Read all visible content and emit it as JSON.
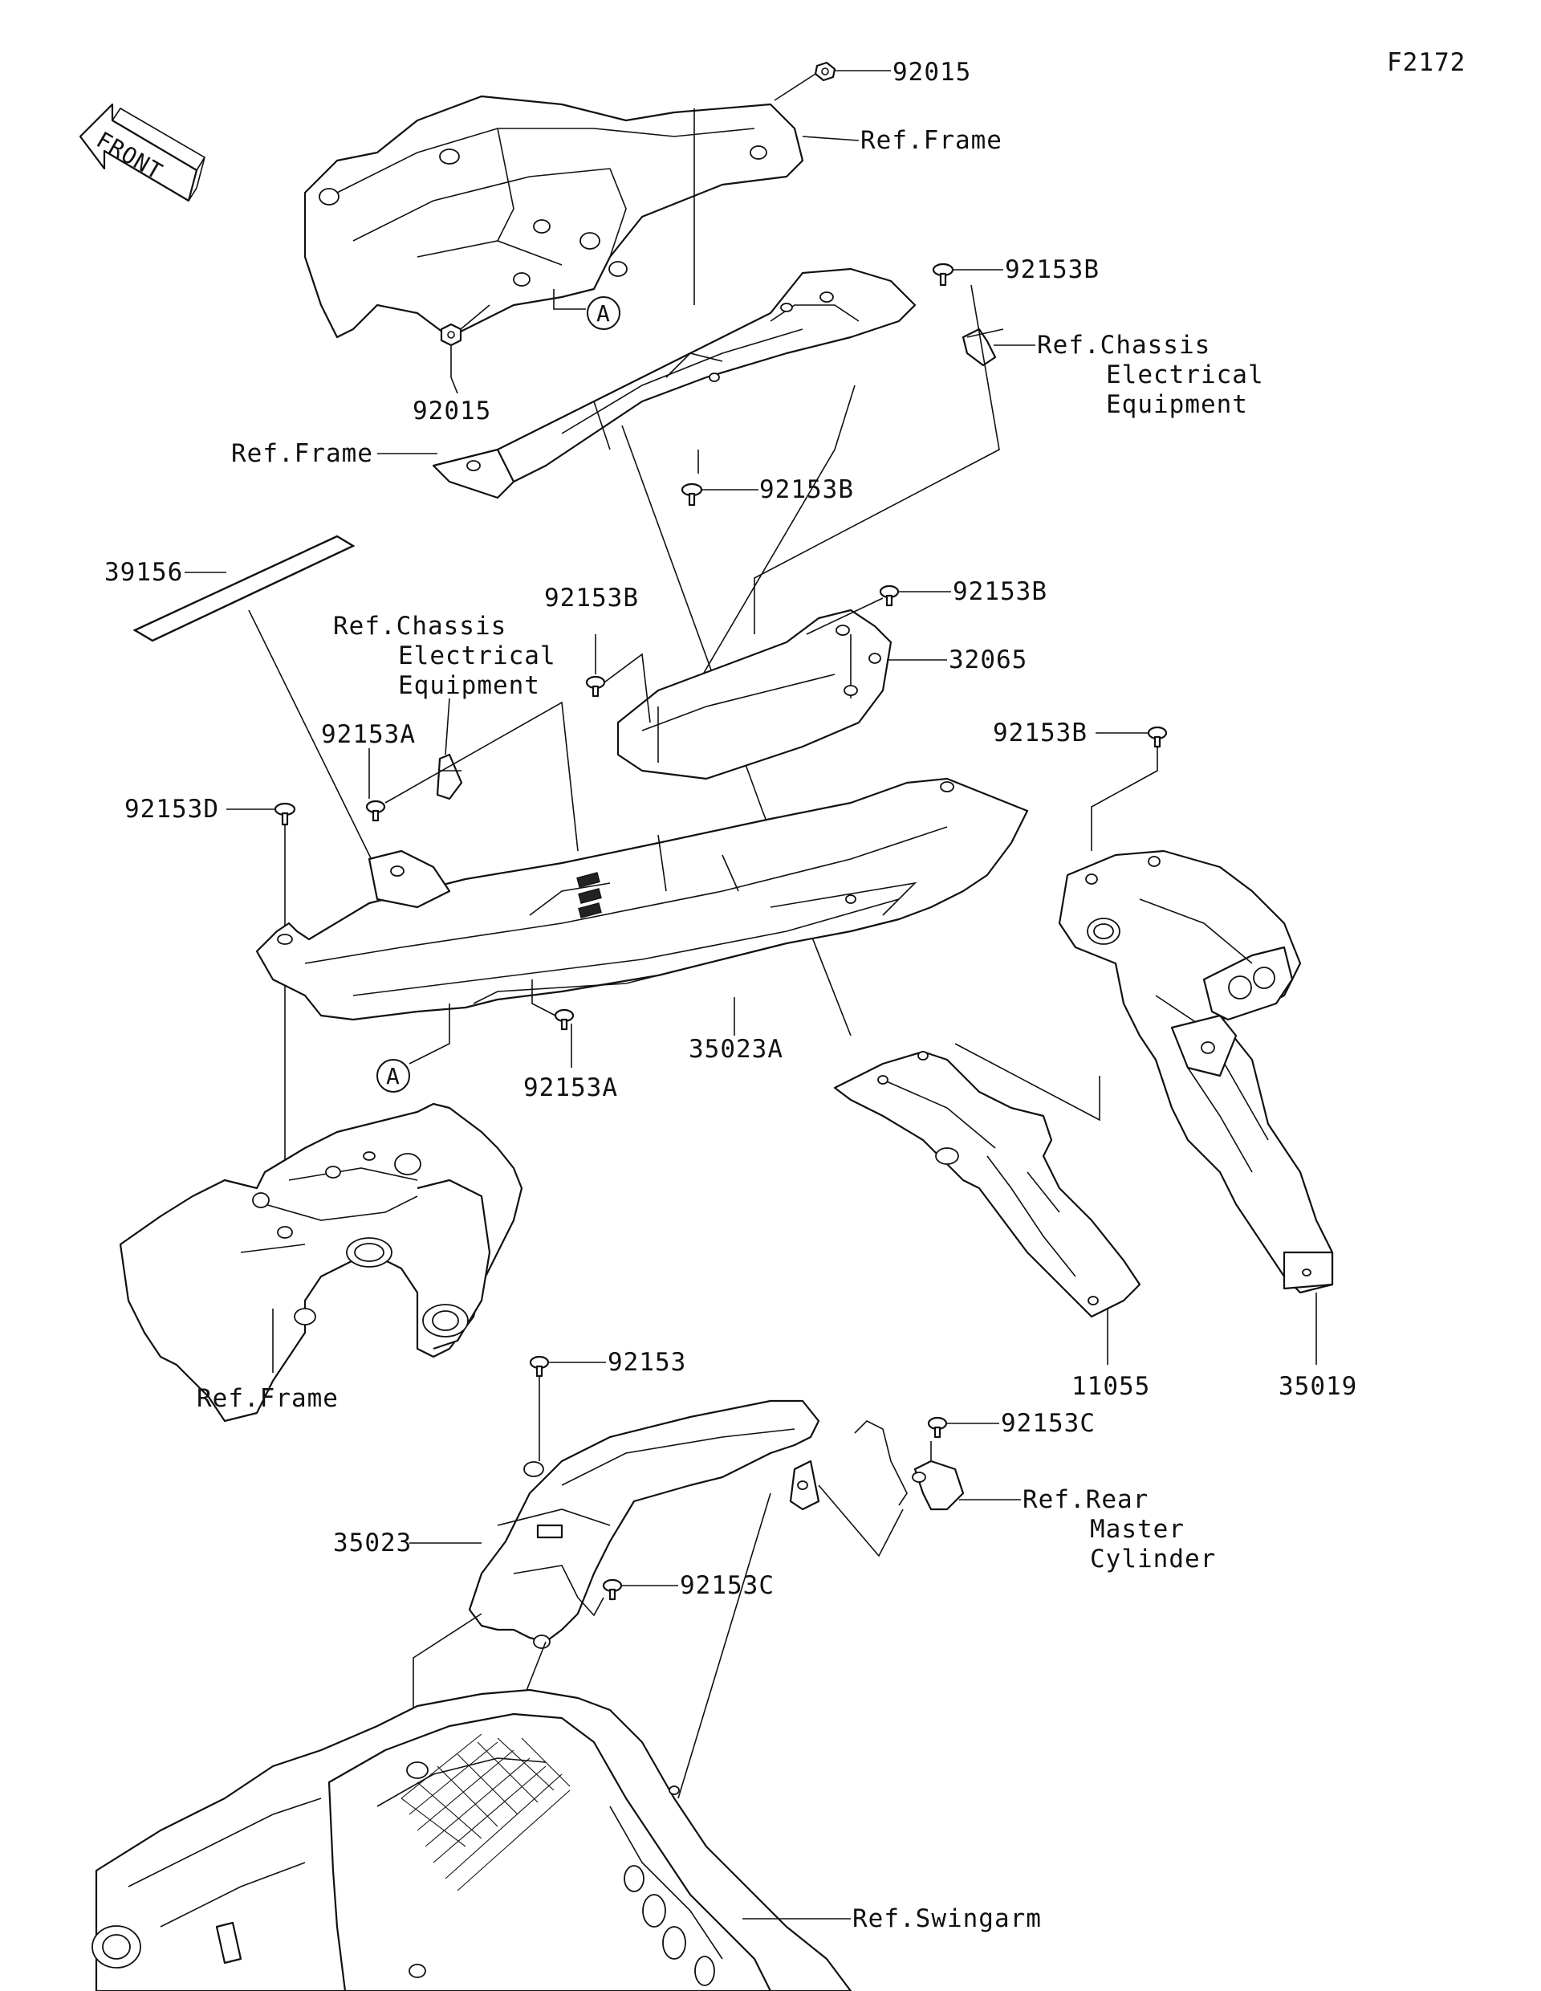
{
  "figure_code": "F2172",
  "front_arrow": {
    "text": "FRONT"
  },
  "callout_marker": "A",
  "labels": {
    "nut_top": "92015",
    "ref_frame_top": "Ref.Frame",
    "nut_left": "92015",
    "ref_frame_mid": "Ref.Frame",
    "bolt_b_top_right": "92153B",
    "ref_chassis_1_line1": "Ref.Chassis",
    "ref_chassis_1_line2": "Electrical",
    "ref_chassis_1_line3": "Equipment",
    "bolt_b_center": "92153B",
    "sticker": "39156",
    "bolt_b_left": "92153B",
    "bolt_b_right": "92153B",
    "ref_chassis_2_line1": "Ref.Chassis",
    "ref_chassis_2_line2": "Electrical",
    "ref_chassis_2_line3": "Equipment",
    "bracket_32065": "32065",
    "bolt_a_left": "92153A",
    "bolt_b_far_right": "92153B",
    "bolt_d": "92153D",
    "fender_35023A": "35023A",
    "bolt_a_bottom": "92153A",
    "mount_11055": "11055",
    "flap_35019": "35019",
    "ref_frame_bottom": "Ref.Frame",
    "bolt_92153": "92153",
    "bolt_c_right": "92153C",
    "ref_rear_line1": "Ref.Rear",
    "ref_rear_line2": "Master",
    "ref_rear_line3": "Cylinder",
    "fender_35023": "35023",
    "bolt_c_mid": "92153C",
    "ref_swingarm": "Ref.Swingarm"
  }
}
